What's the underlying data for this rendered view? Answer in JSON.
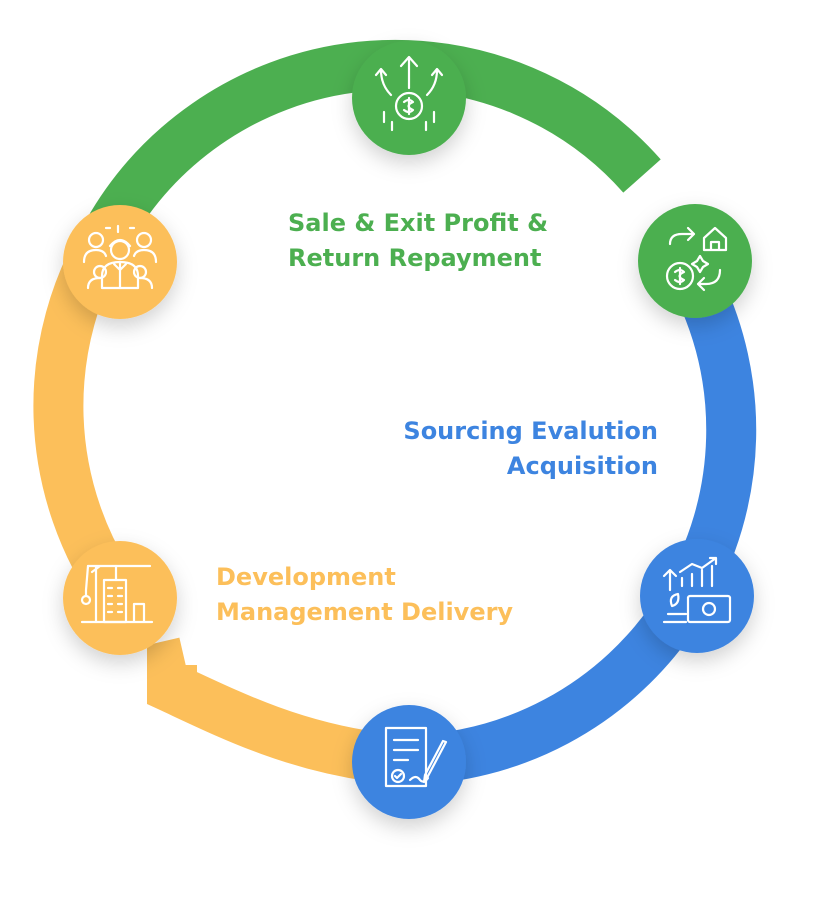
{
  "colors": {
    "green": "#4caf50",
    "blue": "#3d84e0",
    "yellow": "#fcbf5a"
  },
  "stages": [
    {
      "key": "green",
      "color": "#4caf50",
      "lines": [
        "Sale & Exit Profit &",
        "Return Repayment"
      ]
    },
    {
      "key": "blue",
      "color": "#3d84e0",
      "lines": [
        "Sourcing Evalution",
        "Acquisition"
      ]
    },
    {
      "key": "yellow",
      "color": "#fcbf5a",
      "lines": [
        "Development",
        "Management Delivery"
      ]
    }
  ],
  "nodes": [
    {
      "name": "growth-money-arrows-icon",
      "stage": "green"
    },
    {
      "name": "money-property-exchange-icon",
      "stage": "green"
    },
    {
      "name": "investment-growth-chart-icon",
      "stage": "blue"
    },
    {
      "name": "contract-signing-icon",
      "stage": "blue"
    },
    {
      "name": "construction-crane-building-icon",
      "stage": "yellow"
    },
    {
      "name": "team-workers-icon",
      "stage": "yellow"
    }
  ]
}
